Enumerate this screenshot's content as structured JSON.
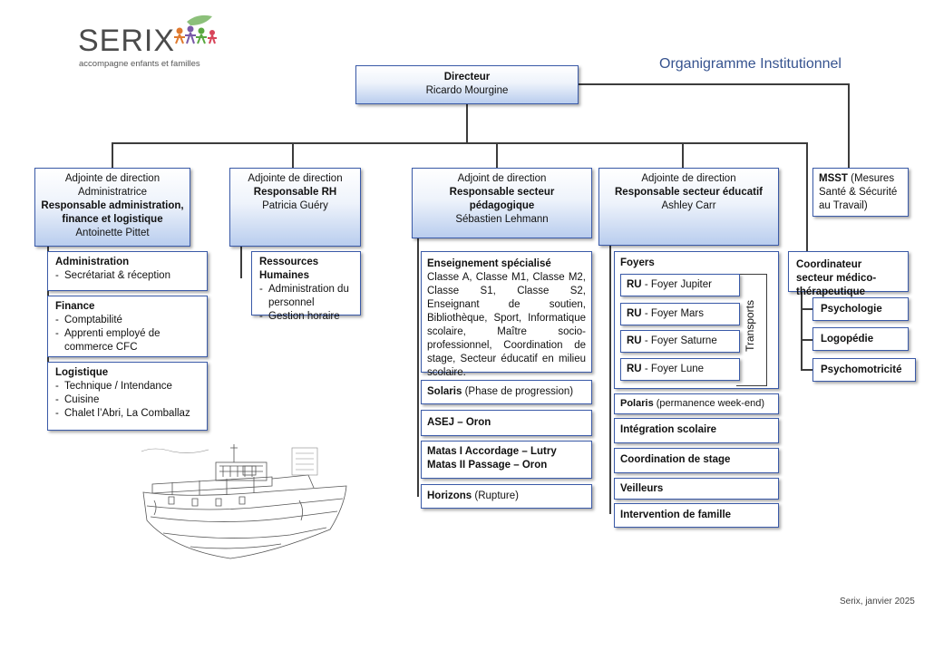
{
  "logo": {
    "name": "SERIX",
    "tagline": "accompagne enfants et familles"
  },
  "title": "Organigramme Institutionnel",
  "footer": "Serix, janvier 2025",
  "director": {
    "role": "Directeur",
    "name": "Ricardo Mourgine"
  },
  "adj_admin": {
    "role": "Adjointe de direction",
    "sub": "Administratrice",
    "resp": "Responsable administration, finance et logistique",
    "name": "Antoinette Pittet"
  },
  "adj_rh": {
    "role": "Adjointe de direction",
    "resp": "Responsable RH",
    "name": "Patricia Guéry"
  },
  "adj_peda": {
    "role": "Adjoint de direction",
    "resp": "Responsable secteur pédagogique",
    "name": "Sébastien Lehmann"
  },
  "adj_edu": {
    "role": "Adjointe de direction",
    "resp": "Responsable secteur éducatif",
    "name": "Ashley Carr"
  },
  "msst": {
    "title": "MSST",
    "text": "(Mesures Santé & Sécurité au Travail)"
  },
  "coord_medico": {
    "title": "Coordinateur secteur médico-thérapeutique"
  },
  "administration": {
    "title": "Administration",
    "items": [
      "Secrétariat & réception"
    ]
  },
  "finance": {
    "title": "Finance",
    "items": [
      "Comptabilité",
      "Apprenti employé de commerce CFC"
    ]
  },
  "logistique": {
    "title": "Logistique",
    "items": [
      "Technique / Intendance",
      "Cuisine",
      "Chalet l’Abri, La Comballaz"
    ]
  },
  "rh": {
    "title": "Ressources Humaines",
    "items": [
      "Administration du personnel",
      "Gestion horaire"
    ]
  },
  "enseignement": {
    "title": "Enseignement spécialisé",
    "text": "Classe A, Classe M1, Classe M2, Classe S1, Classe S2, Enseignant de soutien, Bibliothèque, Sport, Informatique scolaire, Maître socio-professionnel, Coordination de stage, Secteur éducatif en milieu scolaire."
  },
  "solaris": {
    "title": "Solaris",
    "text": "(Phase de progression)"
  },
  "asej": {
    "title": "ASEJ – Oron"
  },
  "matas": {
    "line1": "Matas I Accordage – Lutry",
    "line2": "Matas II Passage – Oron"
  },
  "horizons": {
    "title": "Horizons",
    "text": "(Rupture)"
  },
  "foyers": {
    "title": "Foyers",
    "transports": "Transports",
    "ru": "RU",
    "items": [
      "- Foyer Jupiter",
      "- Foyer Mars",
      "- Foyer Saturne",
      "- Foyer Lune"
    ]
  },
  "polaris": {
    "title": "Polaris",
    "text": "(permanence week-end)"
  },
  "integration": {
    "title": "Intégration scolaire"
  },
  "coordination": {
    "title": "Coordination de stage"
  },
  "veilleurs": {
    "title": "Veilleurs"
  },
  "intervention": {
    "title": "Intervention de famille"
  },
  "medico": {
    "items": [
      "Psychologie",
      "Logopédie",
      "Psychomotricité"
    ]
  },
  "colors": {
    "border": "#3a5aa8",
    "gradient_bottom": "#b9cdee",
    "title": "#36538f"
  }
}
